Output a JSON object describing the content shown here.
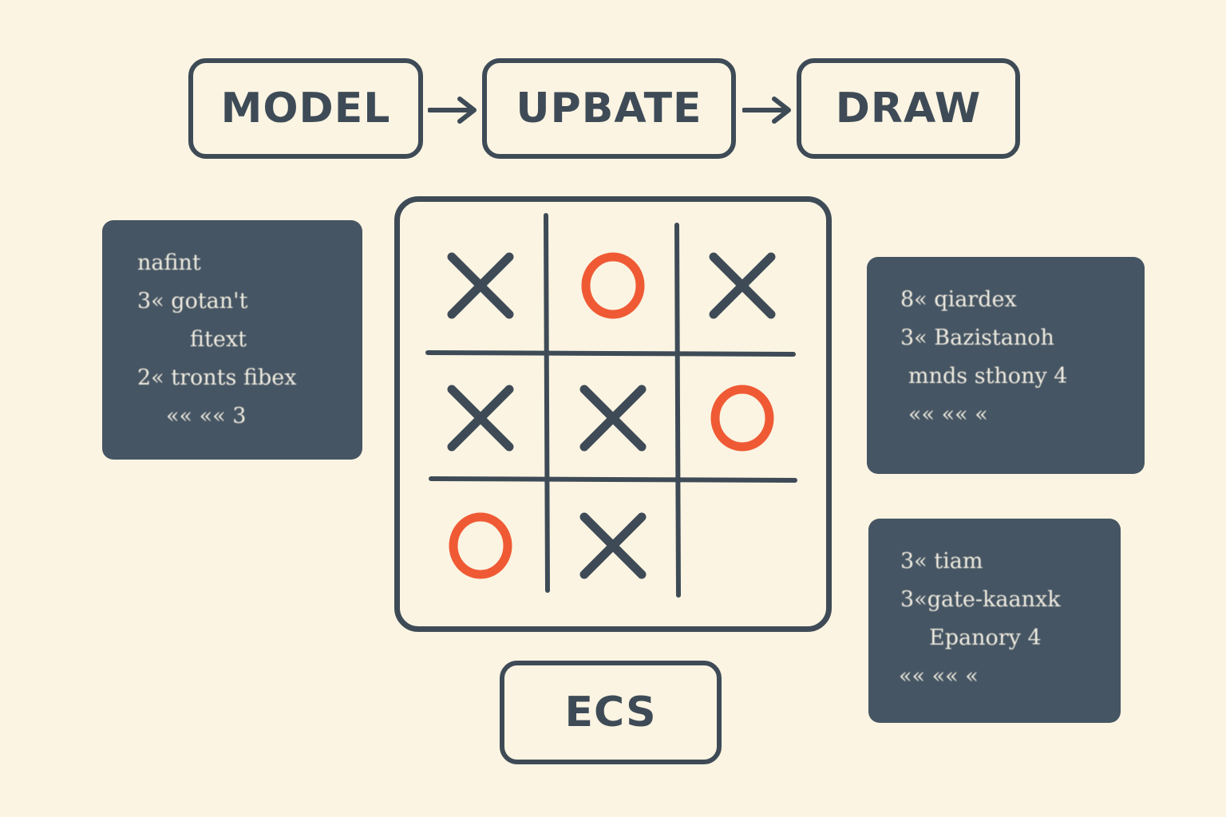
{
  "flow": {
    "model_label": "MODEL",
    "update_label": "UPBATE",
    "draw_label": "DRAW"
  },
  "ecs_label": "ECS",
  "board": {
    "cells": [
      "X",
      "O",
      "X",
      "X",
      "X",
      "O",
      "O",
      "X",
      ""
    ],
    "colors": {
      "x_mark": "#3e4b57",
      "o_mark": "#ef5a35",
      "grid": "#3e4b57"
    }
  },
  "notes": {
    "left": {
      "lines": [
        "nafint",
        "3« gotan't",
        "fitext",
        "2« tronts fibex",
        "«« «« 3"
      ]
    },
    "right_top": {
      "lines": [
        "8« qiardex",
        "3« Bazistanoh",
        "mnds sthony 4",
        "«« «« «"
      ]
    },
    "right_bottom": {
      "lines": [
        "3« tiam",
        "3«gate-kaanxk",
        "Epanory 4",
        "«« «« «"
      ]
    }
  },
  "colors": {
    "background": "#fbf4e2",
    "ink": "#3e4b57",
    "note_bg": "#465563",
    "accent": "#ef5a35"
  }
}
